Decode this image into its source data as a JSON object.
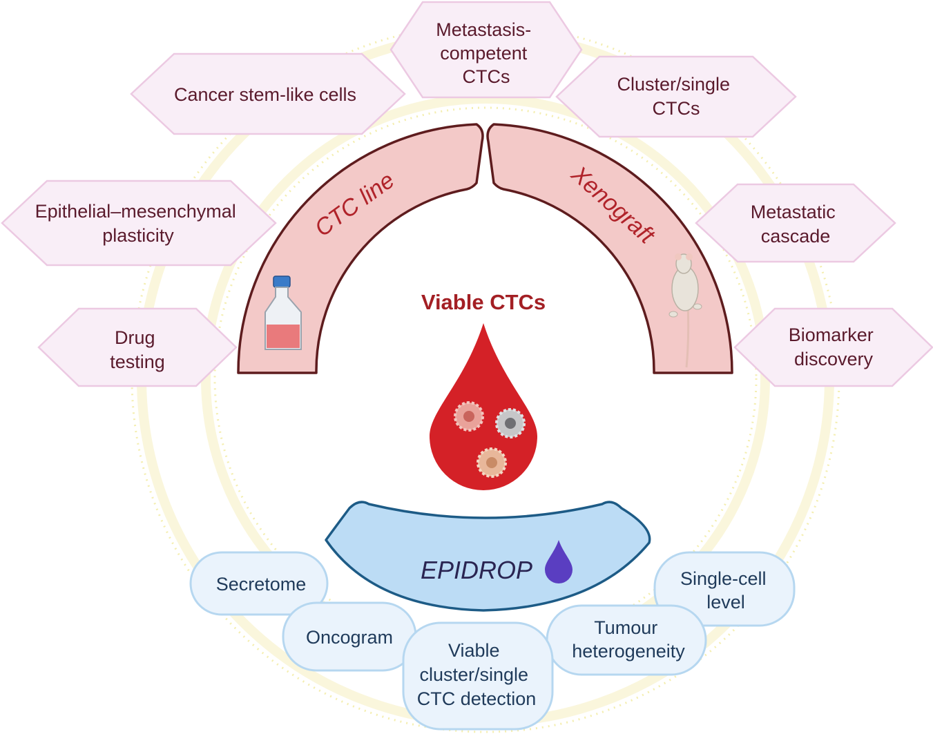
{
  "center": {
    "title": "Viable CTCs"
  },
  "arcs": {
    "left_label": "CTC line",
    "right_label": "Xenograft",
    "bottom_label": "EPIDROP"
  },
  "hexagons": [
    {
      "lines": [
        "Metastasis-",
        "competent",
        "CTCs"
      ]
    },
    {
      "lines": [
        "Cancer stem-like cells"
      ]
    },
    {
      "lines": [
        "Cluster/single",
        "CTCs"
      ]
    },
    {
      "lines": [
        "Epithelial–mesenchymal",
        "plasticity"
      ]
    },
    {
      "lines": [
        "Metastatic",
        "cascade"
      ]
    },
    {
      "lines": [
        "Drug",
        "testing"
      ]
    },
    {
      "lines": [
        "Biomarker",
        "discovery"
      ]
    }
  ],
  "pills": [
    {
      "lines": [
        "Secretome"
      ]
    },
    {
      "lines": [
        "Single-cell",
        "level"
      ]
    },
    {
      "lines": [
        "Oncogram"
      ]
    },
    {
      "lines": [
        "Tumour",
        "heterogeneity"
      ]
    },
    {
      "lines": [
        "Viable",
        "cluster/single",
        "CTC detection"
      ]
    }
  ],
  "icons": [
    "cell-culture-flask-icon",
    "mouse-icon",
    "blood-drop-icon",
    "purple-drop-icon",
    "cancer-cell-icon"
  ],
  "colors": {
    "hex_fill": "#f9eef7",
    "hex_stroke": "#ecc9e2",
    "hex_text": "#5a1a2c",
    "arc_fill": "#f3c9c8",
    "arc_stroke": "#5e1c1e",
    "arc_text": "#b0232a",
    "blood": "#d42127",
    "epidrop_fill": "#bcdcf5",
    "epidrop_stroke": "#1d5b86",
    "pill_fill": "#eaf3fc",
    "pill_stroke": "#b6d7f0",
    "pill_text": "#1f3a5a",
    "ring": "#f4eeb0",
    "drop_purple": "#5a3ec1"
  }
}
